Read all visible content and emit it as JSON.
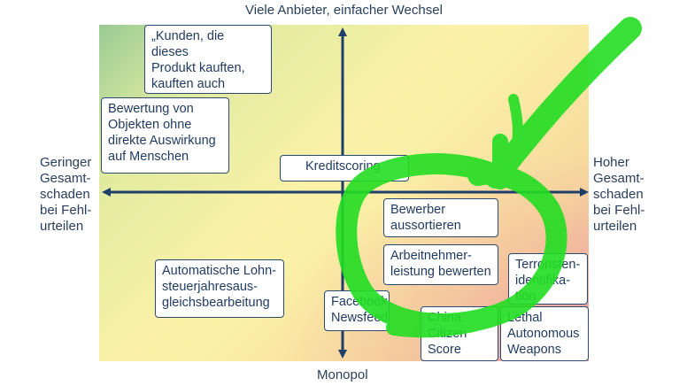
{
  "axes": {
    "top": "Viele Anbieter, einfacher Wechsel",
    "bottom": "Monopol",
    "left": "Geringer\nGesamt-\nschaden\nbei Fehl-\nurteilen",
    "right": "Hoher\nGesamt-\nschaden\nbei Fehl-\nurteilen"
  },
  "boxes": {
    "kunden": "„Kunden, die dieses\nProdukt kauften,\nkauften auch",
    "bewertung": "Bewertung von\nObjekten ohne\ndirekte Auswirkung\nauf Menschen",
    "kreditscoring": "Kreditscoring",
    "bewerber": "Bewerber\naussortieren",
    "arbeitnehmer": "Arbeitnehmer-\nleistung bewerten",
    "lohnsteuer": "Automatische Lohn-\nsteuerjahresaus-\ngleichsbearbeitung",
    "facebook": "Facebook\nNewsfeed",
    "terroristen": "Terroristen-\nidentifika-\ntion",
    "china": "China\nCitizen\nScore",
    "lethal": "Lethal\nAutonomous\nWeapons"
  },
  "colors": {
    "axis": "#1f3f6b",
    "highlight": "#22dd22"
  }
}
